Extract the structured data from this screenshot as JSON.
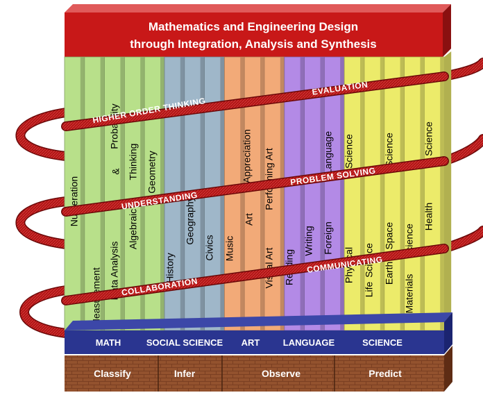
{
  "title": {
    "line1": "Mathematics and Engineering Design",
    "line2": "through Integration, Analysis and Synthesis"
  },
  "colors": {
    "title_red": "#c81818",
    "ribbon_red": "#b01414",
    "base_blue": "#2a3590",
    "brick": "#8a4a2a",
    "math": "#b8e08a",
    "social": "#9fb7c9",
    "art": "#f2aa78",
    "language": "#b38ae6",
    "science": "#eceb6a"
  },
  "columns": [
    {
      "group": "math",
      "labels": [
        "Numeration"
      ]
    },
    {
      "group": "math",
      "labels": [
        "Measurement"
      ]
    },
    {
      "group": "math",
      "labels": [
        "Data Analysis",
        "&",
        "Probability"
      ]
    },
    {
      "group": "math",
      "labels": [
        "Algebraic",
        "Thinking"
      ]
    },
    {
      "group": "math",
      "labels": [
        "Geometry"
      ]
    },
    {
      "group": "social",
      "labels": [
        "History"
      ]
    },
    {
      "group": "social",
      "labels": [
        "Geography"
      ]
    },
    {
      "group": "social",
      "labels": [
        "Civics"
      ]
    },
    {
      "group": "art",
      "labels": [
        "Music"
      ]
    },
    {
      "group": "art",
      "labels": [
        "Art",
        "Appreciation"
      ]
    },
    {
      "group": "art",
      "labels": [
        "Visual Art",
        "Performing Art"
      ]
    },
    {
      "group": "language",
      "labels": [
        "Reading"
      ]
    },
    {
      "group": "language",
      "labels": [
        "Writing"
      ]
    },
    {
      "group": "language",
      "labels": [
        "Foreign",
        "Language"
      ]
    },
    {
      "group": "science",
      "labels": [
        "Physical",
        "Science"
      ]
    },
    {
      "group": "science",
      "labels": [
        "Life",
        "Science"
      ]
    },
    {
      "group": "science",
      "labels": [
        "Earth & Space",
        "Science"
      ]
    },
    {
      "group": "science",
      "labels": [
        "Materials",
        "Science"
      ]
    },
    {
      "group": "science",
      "labels": [
        "Health",
        "Science"
      ]
    }
  ],
  "ribbons": [
    {
      "label": "HIGHER ORDER THINKING"
    },
    {
      "label": "EVALUATION"
    },
    {
      "label": "UNDERSTANDING"
    },
    {
      "label": "PROBLEM SOLVING"
    },
    {
      "label": "COLLABORATION"
    },
    {
      "label": "COMMUNICATING"
    }
  ],
  "base": {
    "labels": [
      "MATH",
      "SOCIAL SCIENCE",
      "ART",
      "LANGUAGE",
      "SCIENCE"
    ]
  },
  "foundation": {
    "labels": [
      "Classify",
      "Infer",
      "Observe",
      "Predict"
    ]
  }
}
